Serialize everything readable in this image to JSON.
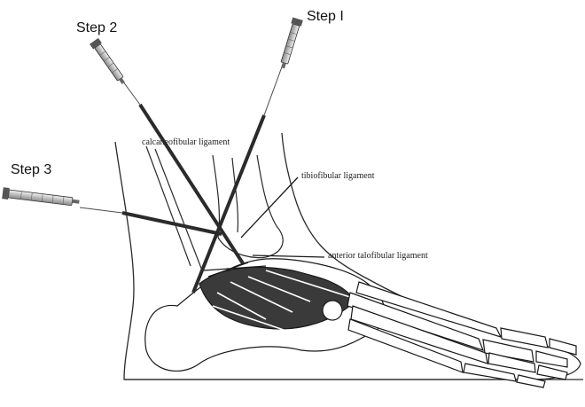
{
  "steps": {
    "step1": "Step I",
    "step2": "Step 2",
    "step3": "Step 3"
  },
  "ligaments": {
    "calcaneofibular": "calcaneofibular ligament",
    "tibiofibular": "tibiofibular ligament",
    "anterior_talofibular": "anterior talofibular ligament"
  },
  "colors": {
    "ink": "#1a1a1a",
    "needle_line": "#2b2b2b",
    "syringe_fill": "#d8d8d8",
    "background": "#ffffff"
  },
  "icons": [
    "syringe-icon",
    "foot-skeleton-illustration"
  ]
}
